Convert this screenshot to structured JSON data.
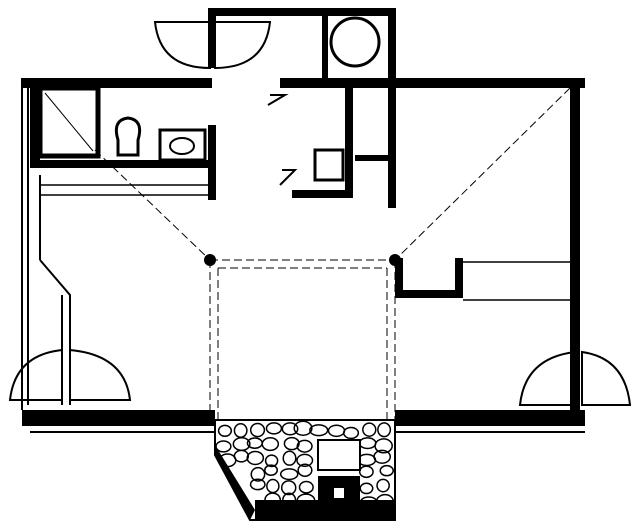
{
  "plan": {
    "colors": {
      "ink": "#000000",
      "paper": "#ffffff"
    },
    "rooms": [
      "bathroom",
      "closet",
      "main-room",
      "stone-patio"
    ],
    "fixtures": [
      "shower",
      "toilet",
      "sink",
      "water-heater",
      "stove"
    ]
  }
}
